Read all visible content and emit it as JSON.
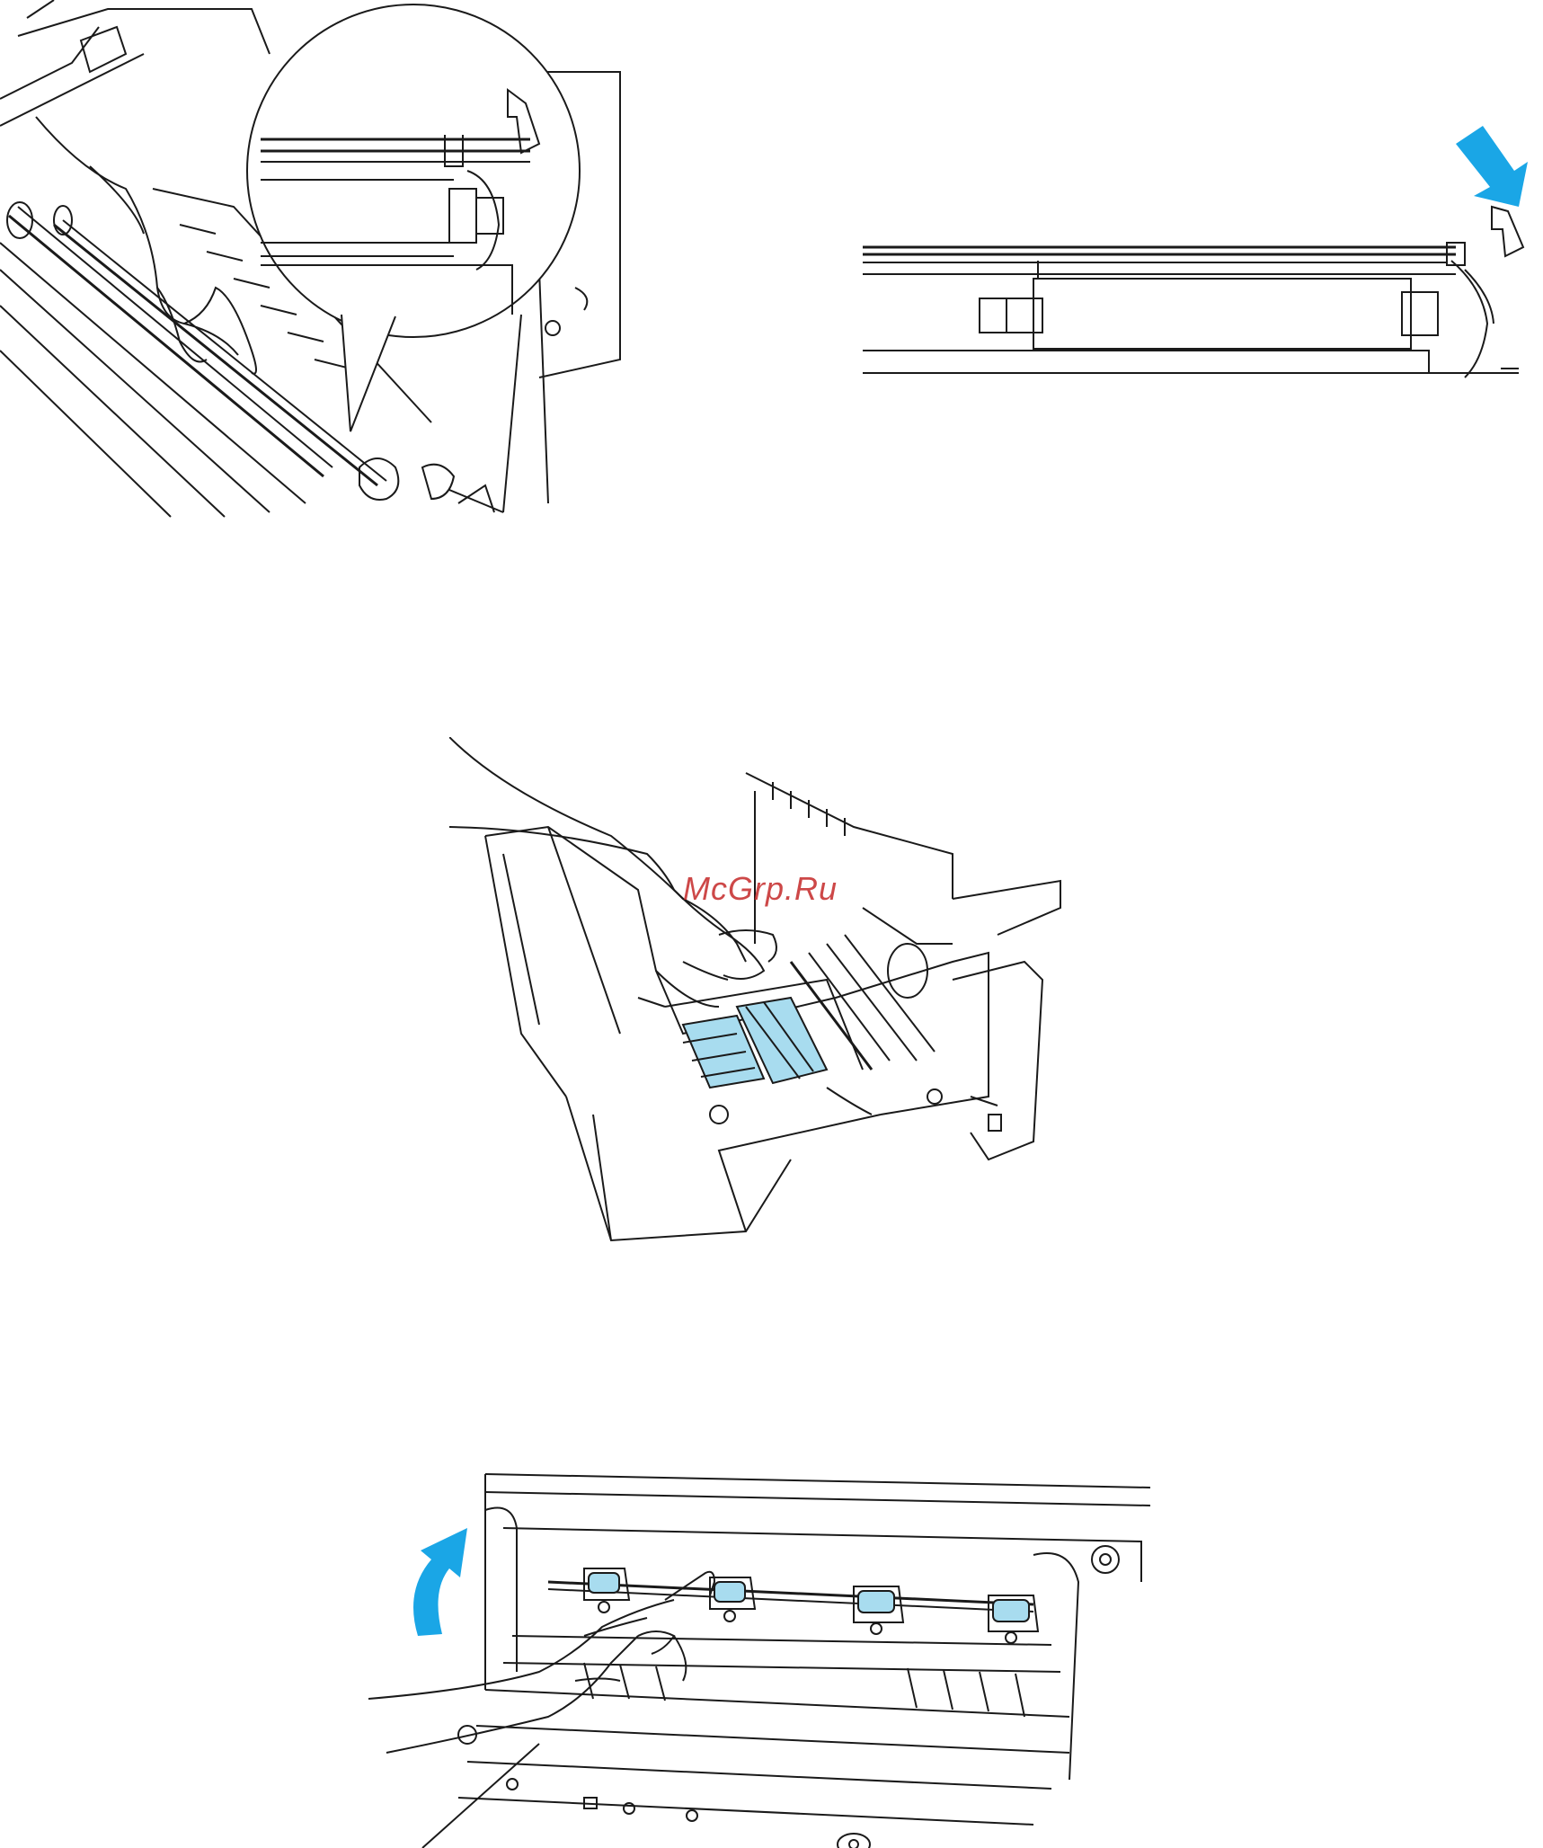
{
  "watermark": {
    "text": "McGrp.Ru"
  },
  "colors": {
    "line": "#1a1a1a",
    "highlight": "#a8dcef",
    "arrow": "#1aa6e6",
    "watermark": "#c42828"
  },
  "figures": [
    {
      "id": "fig1",
      "icon": "hand-pressing-roller-illustration"
    },
    {
      "id": "fig2",
      "icon": "roller-shaft-detail-illustration",
      "arrow": "arrow-down-right-icon"
    },
    {
      "id": "fig3",
      "icon": "hand-cleaning-scanner-strip-illustration"
    },
    {
      "id": "fig4",
      "icon": "hand-lifting-rollers-illustration",
      "arrow": "arrow-curved-up-icon"
    }
  ]
}
